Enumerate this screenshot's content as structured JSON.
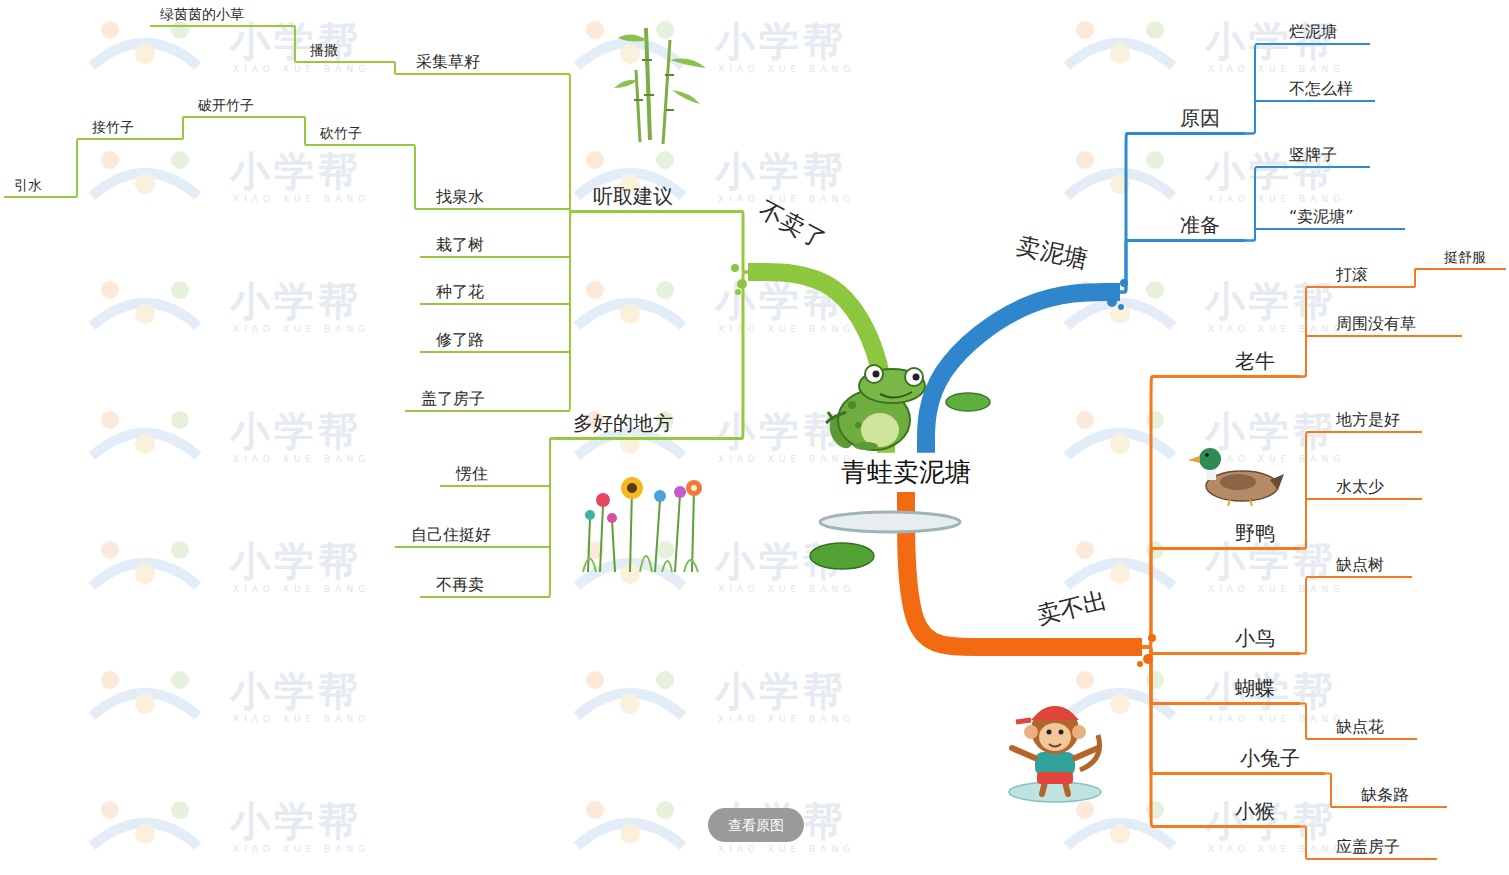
{
  "diagram": {
    "nodes": [
      {
        "text": [
          "青蛙卖泥塘"
        ]
      },
      {
        "text": [
          "卖泥塘"
        ]
      },
      {
        "text": [
          "原因"
        ]
      },
      {
        "text": [
          "烂泥塘"
        ]
      },
      {
        "text": [
          "不怎么样"
        ]
      },
      {
        "text": [
          "准备"
        ]
      },
      {
        "text": [
          "竖牌子"
        ]
      },
      {
        "text": [
          "“卖泥塘”"
        ]
      },
      {
        "text": [
          "卖不出"
        ]
      },
      {
        "text": [
          "老牛"
        ]
      },
      {
        "text": [
          "打滚"
        ]
      },
      {
        "text": [
          "挺舒服"
        ]
      },
      {
        "text": [
          "周围没有草"
        ]
      },
      {
        "text": [
          "野鸭"
        ]
      },
      {
        "text": [
          "地方是好"
        ]
      },
      {
        "text": [
          "水太少"
        ]
      },
      {
        "text": [
          "小鸟"
        ]
      },
      {
        "text": [
          "缺点树"
        ]
      },
      {
        "text": [
          "蝴蝶"
        ]
      },
      {
        "text": [
          "缺点花"
        ]
      },
      {
        "text": [
          "小兔子"
        ]
      },
      {
        "text": [
          "缺条路"
        ]
      },
      {
        "text": [
          "小猴"
        ]
      },
      {
        "text": [
          "应盖房子"
        ]
      },
      {
        "text": [
          "不卖了"
        ]
      },
      {
        "text": [
          "听取建议"
        ]
      },
      {
        "text": [
          "采集草籽"
        ]
      },
      {
        "text": [
          "播撒"
        ]
      },
      {
        "text": [
          "绿茵茵的小草"
        ]
      },
      {
        "text": [
          "找泉水"
        ]
      },
      {
        "text": [
          "砍竹子"
        ]
      },
      {
        "text": [
          "破开竹子"
        ]
      },
      {
        "text": [
          "接竹子"
        ]
      },
      {
        "text": [
          "引水"
        ]
      },
      {
        "text": [
          "栽了树"
        ]
      },
      {
        "text": [
          "种了花"
        ]
      },
      {
        "text": [
          "修了路"
        ]
      },
      {
        "text": [
          "盖了房子"
        ]
      },
      {
        "text": [
          "多好的地方"
        ]
      },
      {
        "text": [
          "愣住"
        ]
      },
      {
        "text": [
          "自己住挺好"
        ]
      },
      {
        "text": [
          "不再卖"
        ]
      }
    ],
    "edges": [
      {
        "from": 0,
        "to": 1,
        "arrow": "none"
      },
      {
        "from": 1,
        "to": 2,
        "arrow": "none"
      },
      {
        "from": 2,
        "to": 3,
        "arrow": "none"
      },
      {
        "from": 2,
        "to": 4,
        "arrow": "none"
      },
      {
        "from": 1,
        "to": 5,
        "arrow": "none"
      },
      {
        "from": 5,
        "to": 6,
        "arrow": "none"
      },
      {
        "from": 5,
        "to": 7,
        "arrow": "none"
      },
      {
        "from": 0,
        "to": 8,
        "arrow": "none"
      },
      {
        "from": 8,
        "to": 9,
        "arrow": "none"
      },
      {
        "from": 9,
        "to": 10,
        "arrow": "none"
      },
      {
        "from": 10,
        "to": 11,
        "arrow": "none"
      },
      {
        "from": 9,
        "to": 12,
        "arrow": "none"
      },
      {
        "from": 8,
        "to": 13,
        "arrow": "none"
      },
      {
        "from": 13,
        "to": 14,
        "arrow": "none"
      },
      {
        "from": 13,
        "to": 15,
        "arrow": "none"
      },
      {
        "from": 8,
        "to": 16,
        "arrow": "none"
      },
      {
        "from": 16,
        "to": 17,
        "arrow": "none"
      },
      {
        "from": 8,
        "to": 18,
        "arrow": "none"
      },
      {
        "from": 18,
        "to": 19,
        "arrow": "none"
      },
      {
        "from": 8,
        "to": 20,
        "arrow": "none"
      },
      {
        "from": 20,
        "to": 21,
        "arrow": "none"
      },
      {
        "from": 8,
        "to": 22,
        "arrow": "none"
      },
      {
        "from": 22,
        "to": 23,
        "arrow": "none"
      },
      {
        "from": 0,
        "to": 24,
        "arrow": "none"
      },
      {
        "from": 24,
        "to": 25,
        "arrow": "none"
      },
      {
        "from": 25,
        "to": 26,
        "arrow": "none"
      },
      {
        "from": 26,
        "to": 27,
        "arrow": "none"
      },
      {
        "from": 27,
        "to": 28,
        "arrow": "none"
      },
      {
        "from": 25,
        "to": 29,
        "arrow": "none"
      },
      {
        "from": 29,
        "to": 30,
        "arrow": "none"
      },
      {
        "from": 30,
        "to": 31,
        "arrow": "none"
      },
      {
        "from": 31,
        "to": 32,
        "arrow": "none"
      },
      {
        "from": 32,
        "to": 33,
        "arrow": "none"
      },
      {
        "from": 25,
        "to": 34,
        "arrow": "none"
      },
      {
        "from": 25,
        "to": 35,
        "arrow": "none"
      },
      {
        "from": 25,
        "to": 36,
        "arrow": "none"
      },
      {
        "from": 25,
        "to": 37,
        "arrow": "none"
      },
      {
        "from": 24,
        "to": 38,
        "arrow": "none"
      },
      {
        "from": 38,
        "to": 39,
        "arrow": "none"
      },
      {
        "from": 38,
        "to": 40,
        "arrow": "none"
      },
      {
        "from": 38,
        "to": 41,
        "arrow": "none"
      }
    ],
    "labels": [
      "小学帮",
      "XIAO XUE BANG",
      "小学帮",
      "XIAO XUE BANG",
      "小学帮",
      "XIAO XUE BANG",
      "小学帮",
      "XIAO XUE BANG",
      "小学帮",
      "XIAO XUE BANG",
      "小学帮",
      "XIAO XUE BANG",
      "小学帮",
      "XIAO XUE BANG",
      "小学帮",
      "XIAO XUE BANG",
      "小学帮",
      "XIAO XUE BANG",
      "小学帮",
      "XIAO XUE BANG",
      "小学帮",
      "XIAO XUE BANG",
      "小学帮",
      "XIAO XUE BANG",
      "小学帮",
      "XIAO XUE BANG",
      "小学帮",
      "XIAO XUE BANG",
      "小学帮",
      "XIAO XUE BANG",
      "小学帮",
      "XIAO XUE BANG",
      "小学帮",
      "XIAO XUE BANG",
      "小学帮",
      "XIAO XUE BANG",
      "小学帮",
      "XIAO XUE BANG",
      "小学帮",
      "XIAO XUE BANG",
      "小学帮",
      "XIAO XUE BANG",
      "查看原图"
    ]
  }
}
